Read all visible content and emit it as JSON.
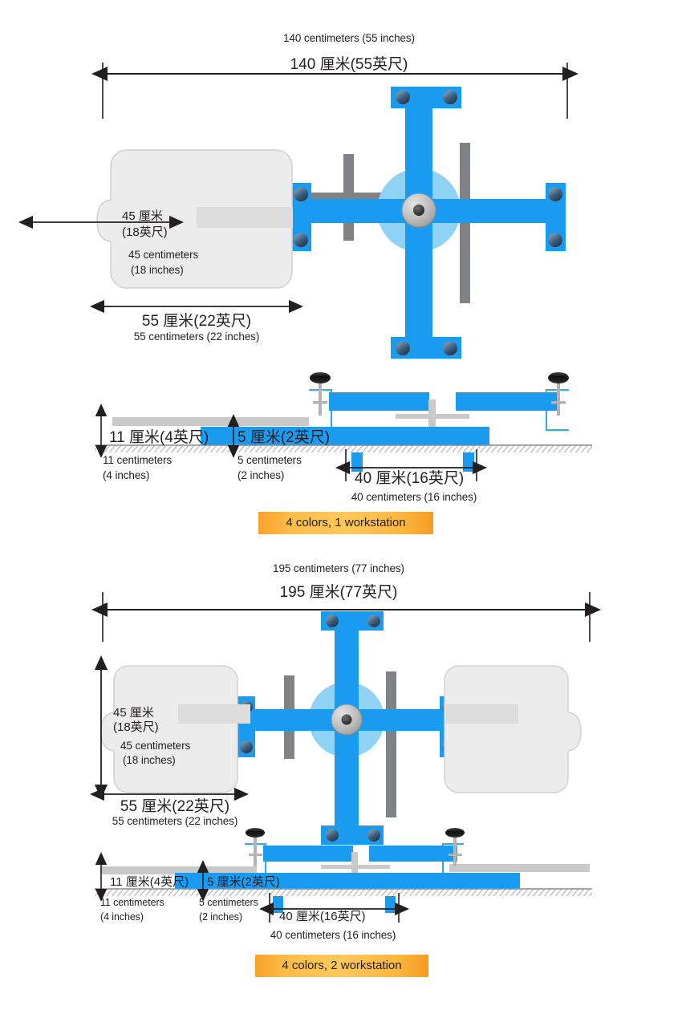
{
  "page": {
    "background": "#ffffff",
    "accent_blue": "#1B9BF0",
    "accent_blue_dark": "#0E86D8",
    "hub_light_blue": "#8FD2F4",
    "gray_frame": "#808285",
    "platen_fill": "#ECECEC",
    "badge_orange": "#FBB040"
  },
  "diagrams": [
    {
      "id": "four-colors-one-workstation",
      "caption": "4 colors, 1 workstation",
      "overall_width": {
        "english": "140 centimeters (55 inches)",
        "chinese": "140 厘米(55英尺)"
      },
      "platen_height": {
        "chinese": "45 厘米",
        "chinese_sub": "(18英尺)",
        "english": "45 centimeters",
        "english_sub": "(18 inches)"
      },
      "platen_width": {
        "chinese": "55 厘米(22英尺)",
        "english": "55 centimeters (22 inches)"
      },
      "table_height": {
        "chinese": "11 厘米(4英尺)",
        "english": "11 centimeters",
        "english_sub": "(4 inches)"
      },
      "base_height": {
        "chinese": "5 厘米(2英尺)",
        "english": "5 centimeters",
        "english_sub": "(2 inches)"
      },
      "leg_spread": {
        "chinese": "40 厘米(16英尺)",
        "english": "40 centimeters (16 inches)"
      },
      "platen_count": 1,
      "arm_count": 4
    },
    {
      "id": "four-colors-two-workstation",
      "caption": "4 colors, 2 workstation",
      "overall_width": {
        "english": "195 centimeters (77 inches)",
        "chinese": "195 厘米(77英尺)"
      },
      "platen_height": {
        "chinese": "45 厘米",
        "chinese_sub": "(18英尺)",
        "english": "45 centimeters",
        "english_sub": "(18 inches)"
      },
      "platen_width": {
        "chinese": "55 厘米(22英尺)",
        "english": "55 centimeters (22 inches)"
      },
      "table_height": {
        "chinese": "11 厘米(4英尺)",
        "english": "11 centimeters",
        "english_sub": "(4 inches)"
      },
      "base_height": {
        "chinese": "5 厘米(2英尺)",
        "english": "5 centimeters",
        "english_sub": "(2 inches)"
      },
      "leg_spread": {
        "chinese": "40 厘米(16英尺)",
        "english": "40 centimeters (16 inches)"
      },
      "platen_count": 2,
      "arm_count": 4
    }
  ]
}
